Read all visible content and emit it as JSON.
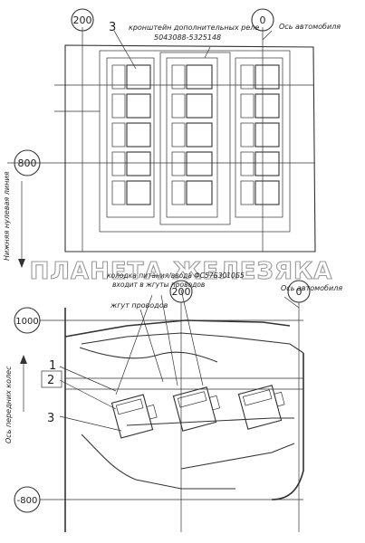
{
  "top_view": {
    "circle_200": "200",
    "circle_0": "0",
    "circle_800": "800",
    "callout_3": "3",
    "bracket_label_line1": "кронштейн дополнительных реле",
    "bracket_label_line2": "5043088-5325148",
    "axis_label": "Ось автомобиля",
    "zero_line_label": "Нижняя нулевая линия"
  },
  "bottom_view": {
    "circle_200": "200",
    "circle_0": "0",
    "circle_1000": "1000",
    "circle_800": "-800",
    "box_label_line1": "колодка питания/ввода ФС57Б3010Б5",
    "box_label_line2": "входит в жгуты проводов",
    "harness_label": "жгут проводов",
    "axis_label": "Ось автомобиля",
    "front_axle_label": "Ось передних колес",
    "callout_1": "1",
    "callout_2": "2",
    "callout_3": "3"
  },
  "watermark": "ПЛАНЕТА ЖЕЛЕЗЯКА"
}
